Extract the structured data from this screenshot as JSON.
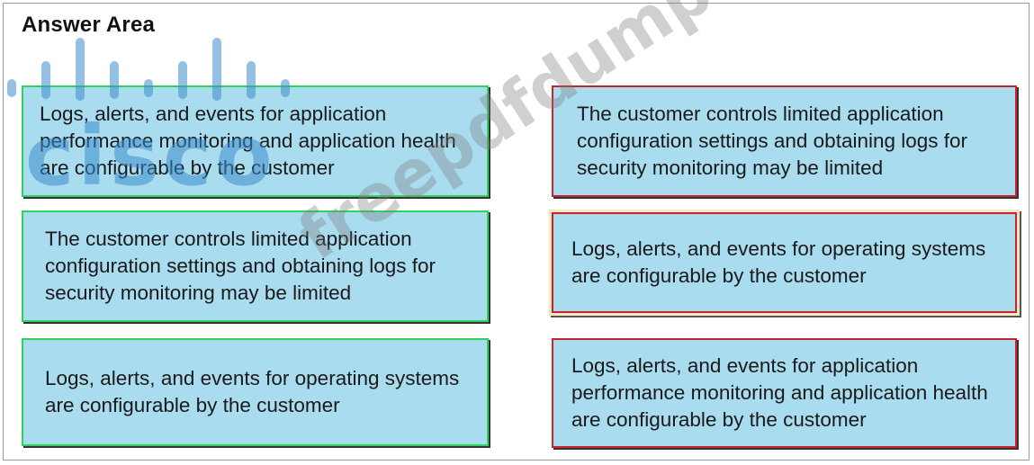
{
  "title": "Answer Area",
  "left_column": [
    {
      "text": "Logs, alerts, and events for application performance monitoring and application health are configurable by the customer"
    },
    {
      "text": "The customer controls limited application configuration settings and obtaining logs for security monitoring may be limited"
    },
    {
      "text": "Logs, alerts, and events for operating systems are configurable by the customer"
    }
  ],
  "right_column": [
    {
      "text": "The customer controls limited application configuration settings and obtaining logs for security monitoring may be limited"
    },
    {
      "text": "Logs, alerts, and events for operating systems are configurable by the customer"
    },
    {
      "text": "Logs, alerts, and events for application performance monitoring and application health are configurable by the customer"
    }
  ],
  "watermark": {
    "logo_text": "cisco",
    "site_text": "freepdfdumps.com"
  },
  "colors": {
    "card_fill": "#a9dcee",
    "left_border": "#2fd35c",
    "right_border": "#c8252b",
    "highlight": "#f6e3bf"
  }
}
